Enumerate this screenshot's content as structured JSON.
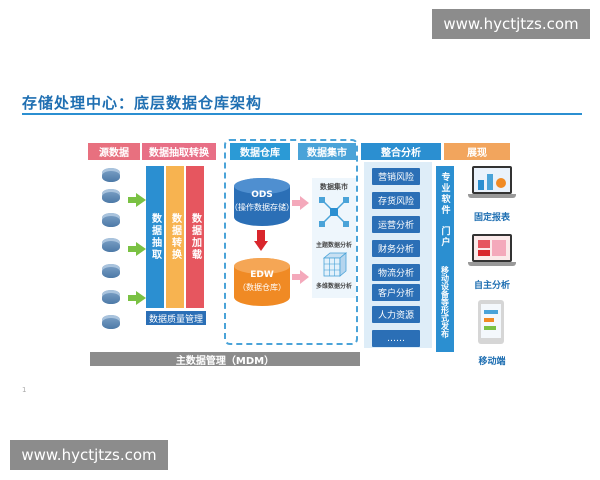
{
  "watermarks": {
    "top": "www.hyctjtzs.com",
    "bottom": "www.hyctjtzs.com"
  },
  "title": "存储处理中心：底层数据仓库架构",
  "headers": {
    "source": "源数据",
    "etl": "数据抽取转换",
    "warehouse": "数据仓库",
    "mart": "数据集市",
    "integration": "整合分析",
    "display": "展现"
  },
  "etl_bars": {
    "extract": "数据抽取",
    "transform": "数据转换",
    "load": "数据加载"
  },
  "quality": "数据质量管理",
  "warehouse": {
    "ods": "ODS",
    "ods_sub": "（操作数据存储）",
    "edw": "EDW",
    "edw_sub": "（数据仓库）"
  },
  "mart_panel": {
    "top_label": "数据集市",
    "mid_label": "主题数据分析",
    "bottom_label": "多维数据分析"
  },
  "analyses": [
    "营销风险",
    "存货风险",
    "运营分析",
    "财务分析",
    "物流分析",
    "客户分析",
    "人力资源",
    "……"
  ],
  "portal": {
    "professional": "专业软件",
    "portal": "门户",
    "mobile": "移动设备等形式发布"
  },
  "display": {
    "report": "固定报表",
    "self": "自主分析",
    "mobile": "移动端"
  },
  "mdm": "主数据管理（MDM）",
  "footnote": "1",
  "colors": {
    "source": "#e8707f",
    "etl": "#e86f86",
    "warehouse": "#2b9ad6",
    "mart": "#4aa3d8",
    "integration": "#2b8fd1",
    "display": "#f2a55d",
    "extract": "#2b8fd1",
    "transform": "#f7b350",
    "load": "#e6565f",
    "ods": "#2b6fb6",
    "edw": "#f08a24",
    "red_arrow": "#d9262c",
    "pink_arrow": "#f4a9bb"
  }
}
